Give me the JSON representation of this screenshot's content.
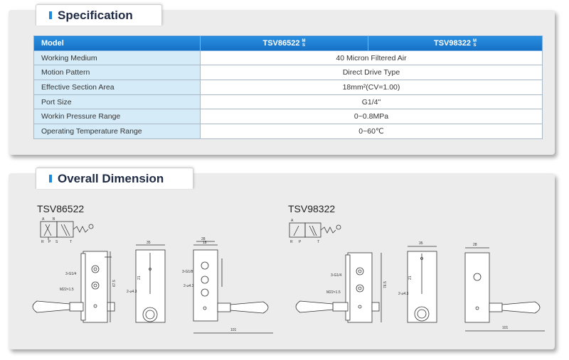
{
  "spec": {
    "title": "Specification",
    "columns": {
      "model": "Model",
      "m1": "TSV86522",
      "m2": "TSV98322",
      "suffix_top": "M",
      "suffix_bottom": "S"
    },
    "rows": [
      {
        "label": "Working Medium",
        "value": "40 Micron Filtered Air"
      },
      {
        "label": "Motion Pattern",
        "value": "Direct Drive Type"
      },
      {
        "label": "Effective Section Area",
        "value": "18mm²(CV=1.00)"
      },
      {
        "label": "Port Size",
        "value": "G1/4\""
      },
      {
        "label": "Workin Pressure Range",
        "value": "0~0.8MPa"
      },
      {
        "label": "Operating Temperature Range",
        "value": "0~60℃"
      }
    ]
  },
  "dimension": {
    "title": "Overall Dimension",
    "model_left": "TSV86522",
    "model_right": "TSV98322",
    "symbol_labels": {
      "a": "A",
      "b": "B",
      "r": "R",
      "p": "P",
      "s": "S",
      "t": "T"
    },
    "dims": {
      "w35": "35",
      "w28": "28",
      "w18": "18",
      "w101": "101",
      "h21": "21",
      "h675": "67.5",
      "h765": "76.5",
      "port": "3-G1/4",
      "port_b": "3-G1/8",
      "thread": "M22×1.5",
      "holes": "2-⌀4.3"
    }
  },
  "colors": {
    "header_blue": "#1670c4",
    "label_bg": "#d5ecf8",
    "accent": "#1e88d9"
  }
}
